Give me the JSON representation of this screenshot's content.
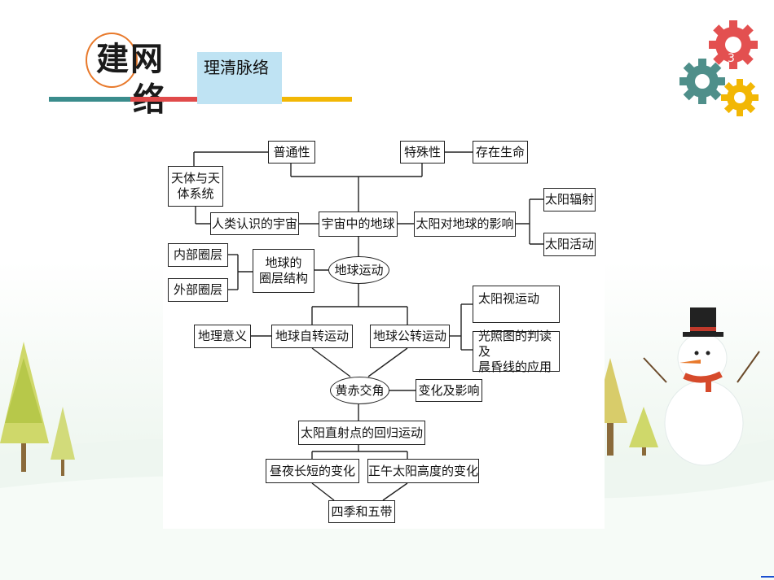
{
  "header": {
    "title": "建网络",
    "title_line1": "建网",
    "title_line2": "络",
    "subtitle": "理清脉络",
    "page_number": "3"
  },
  "colors": {
    "accent_orange": "#e8792b",
    "bar_teal": "#3a8c8c",
    "bar_red": "#e04a4a",
    "bar_yellow": "#f2b705",
    "subtitle_bg": "#bfe3f3"
  },
  "diagram": {
    "nodes": {
      "universal": "普通性",
      "special": "特殊性",
      "life": "存在生命",
      "celestial": "天体与天\n体系统",
      "cognition": "人类认识的宇宙",
      "earth_in_universe": "宇宙中的地球",
      "sun_influence": "太阳对地球的影响",
      "solar_radiation": "太阳辐射",
      "solar_activity": "太阳活动",
      "inner_layers": "内部圈层",
      "outer_layers": "外部圈层",
      "layer_structure": "地球的\n圈层结构",
      "earth_motion": "地球运动",
      "geo_meaning": "地理意义",
      "rotation": "地球自转运动",
      "revolution": "地球公转运动",
      "apparent_sun": "太阳视运动",
      "illumination": "光照图的判读及\n晨昏线的应用",
      "obliquity": "黄赤交角",
      "change_effect": "变化及影响",
      "direct_point": "太阳直射点的回归运动",
      "day_length": "昼夜长短的变化",
      "noon_altitude": "正午太阳高度的变化",
      "seasons_zones": "四季和五带"
    }
  }
}
